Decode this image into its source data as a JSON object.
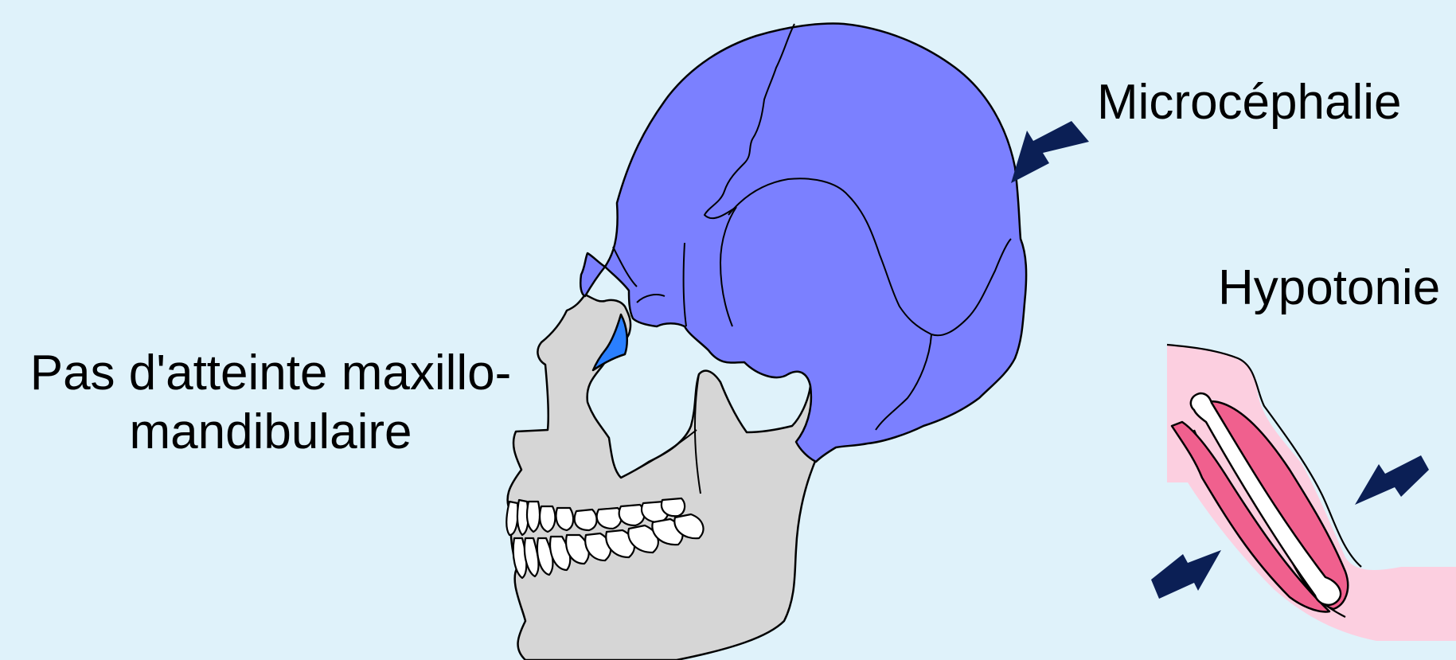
{
  "labels": {
    "microcephaly": "Microcéphalie",
    "hypotonia": "Hypotonie",
    "maxillo_line1": "Pas d'atteinte maxillo-",
    "maxillo_line2": "mandibulaire"
  },
  "colors": {
    "background": "#dff2fa",
    "cranium": "#7b80ff",
    "face_bone": "#d6d6d6",
    "teeth": "#ffffff",
    "arrow": "#0b1f55",
    "skin": "#fccfe0",
    "muscle": "#f0608e",
    "outline": "#000000"
  }
}
